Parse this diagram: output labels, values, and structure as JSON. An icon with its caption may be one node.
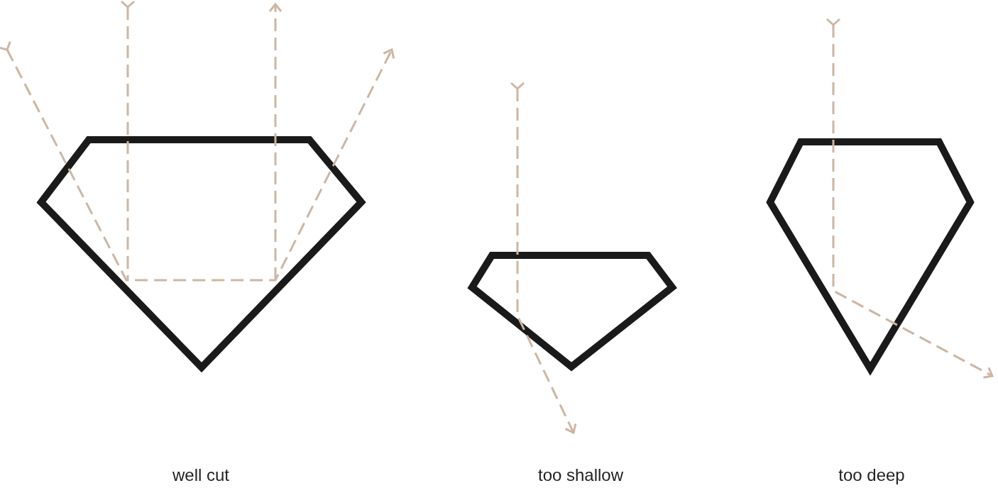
{
  "diagram": {
    "labels": [
      "well cut",
      "too shallow",
      "too deep"
    ]
  }
}
